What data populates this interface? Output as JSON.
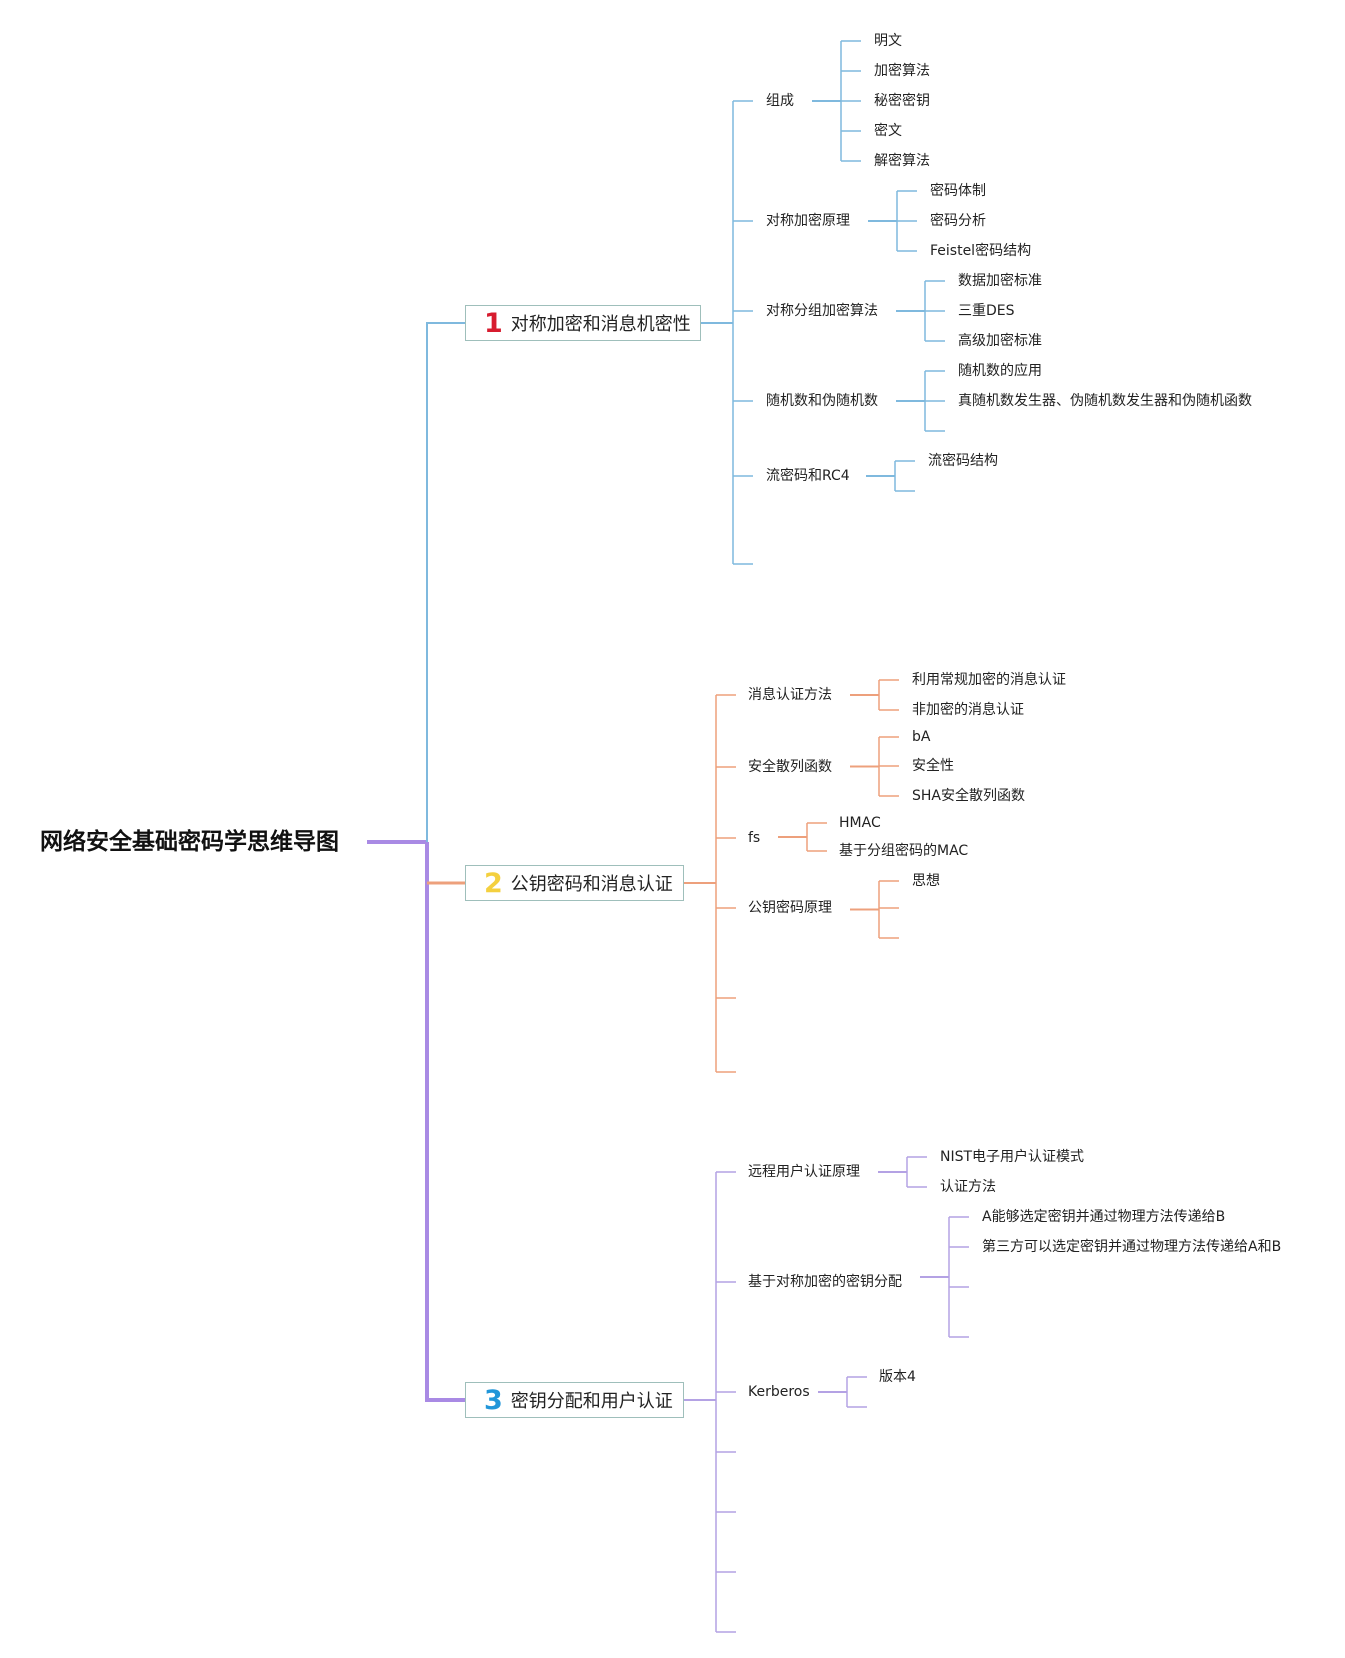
{
  "root": {
    "title": "网络安全基础密码学思维导图"
  },
  "colors": {
    "root_line": "#a98ae4",
    "branch1": "#7fb9de",
    "branch2": "#eda07c",
    "branch3": "#b4a2e4",
    "badge1": "#d71c2f",
    "badge2": "#f4d03f",
    "badge3": "#2196d9"
  },
  "branches": [
    {
      "badge": "1",
      "label": "对称加密和消息机密性",
      "topics": [
        {
          "label": "组成",
          "children": [
            "明文",
            "加密算法",
            "秘密密钥",
            "密文",
            "解密算法"
          ]
        },
        {
          "label": "对称加密原理",
          "children": [
            "密码体制",
            "密码分析",
            "Feistel密码结构"
          ]
        },
        {
          "label": "对称分组加密算法",
          "children": [
            "数据加密标准",
            "三重DES",
            "高级加密标准"
          ]
        },
        {
          "label": "随机数和伪随机数",
          "children": [
            "随机数的应用",
            "真随机数发生器、伪随机数发生器和伪随机函数",
            ""
          ]
        },
        {
          "label": "流密码和RC4",
          "children": [
            "流密码结构",
            ""
          ]
        },
        {
          "label": "",
          "children": []
        }
      ]
    },
    {
      "badge": "2",
      "label": "公钥密码和消息认证",
      "topics": [
        {
          "label": "消息认证方法",
          "children": [
            "利用常规加密的消息认证",
            "非加密的消息认证"
          ]
        },
        {
          "label": "安全散列函数",
          "children": [
            "bA",
            "安全性",
            "SHA安全散列函数"
          ]
        },
        {
          "label": "fs",
          "children": [
            "HMAC",
            "基于分组密码的MAC"
          ]
        },
        {
          "label": "公钥密码原理",
          "children": [
            "思想",
            "",
            ""
          ]
        },
        {
          "label": "",
          "children": []
        },
        {
          "label": "",
          "children": []
        }
      ]
    },
    {
      "badge": "3",
      "label": "密钥分配和用户认证",
      "topics": [
        {
          "label": "远程用户认证原理",
          "children": [
            "NIST电子用户认证模式",
            "认证方法"
          ]
        },
        {
          "label": "基于对称加密的密钥分配",
          "children": [
            "A能够选定密钥并通过物理方法传递给B",
            "第三方可以选定密钥并通过物理方法传递给A和B",
            "",
            ""
          ]
        },
        {
          "label": "Kerberos",
          "children": [
            "版本4",
            ""
          ]
        },
        {
          "label": "",
          "children": []
        },
        {
          "label": "",
          "children": []
        },
        {
          "label": "",
          "children": []
        },
        {
          "label": "",
          "children": []
        }
      ]
    }
  ]
}
